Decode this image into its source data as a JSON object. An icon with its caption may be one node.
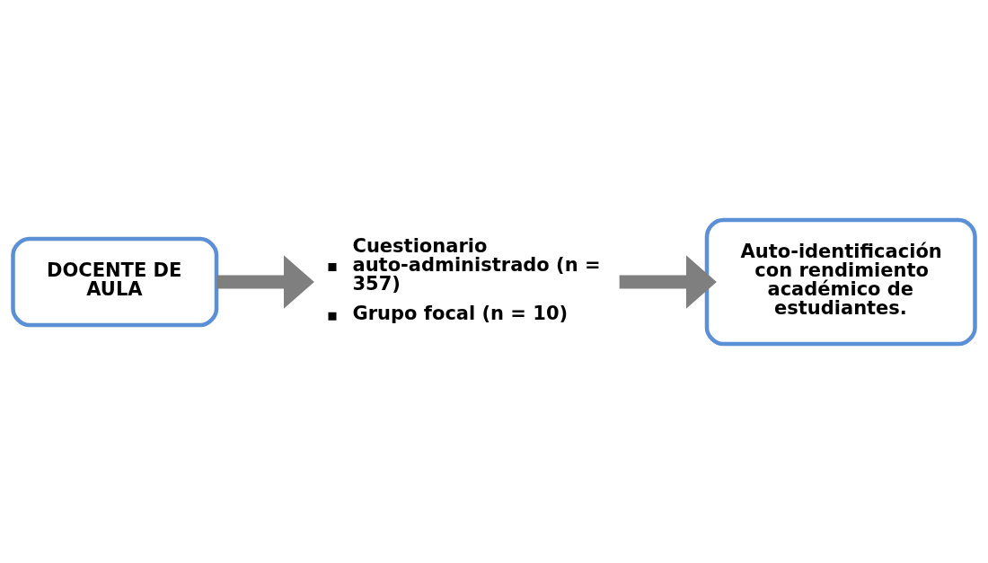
{
  "diagram": {
    "nodes": [
      {
        "text": [
          "DOCENTE DE AULA"
        ]
      },
      {
        "text": [
          "Cuestionario auto-administrado (n = 357)",
          "Grupo focal (n = 10)"
        ]
      },
      {
        "text": [
          "Auto-identificación con rendimiento académico de estudiantes."
        ]
      }
    ],
    "edges": [
      {
        "from": 0,
        "to": 1,
        "arrow": "to"
      },
      {
        "from": 1,
        "to": 2,
        "arrow": "to"
      }
    ]
  }
}
